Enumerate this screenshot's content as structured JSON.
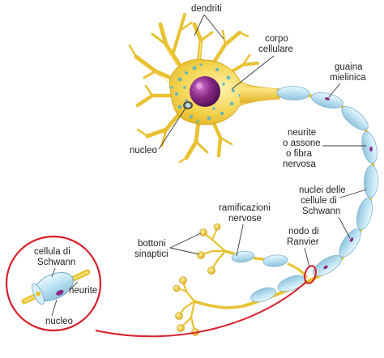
{
  "labels": {
    "dendriti": "dendriti",
    "corpo_1": "corpo",
    "corpo_2": "cellulare",
    "guaina_1": "guaina",
    "guaina_2": "mielinica",
    "neurite_1": "neurite",
    "neurite_2": "o assone",
    "neurite_3": "o fibra",
    "neurite_4": "nervosa",
    "nucleo": "nucleo",
    "nuclei_1": "nuclei delle",
    "nuclei_2": "cellule di",
    "nuclei_3": "Schwann",
    "ramif_1": "ramificazioni",
    "ramif_2": "nervose",
    "bottoni_1": "bottoni",
    "bottoni_2": "sinaptici",
    "nodo_1": "nodo di",
    "nodo_2": "Ranvier",
    "inset_cellula_1": "cellula di",
    "inset_cellula_2": "Schwann",
    "inset_neurite": "neurite",
    "inset_nucleo": "nucleo"
  },
  "colors": {
    "neuron_yellow": "#f2cf45",
    "myelin_blue": "#bfe3f3",
    "nucleus_purple": "#8a2a86",
    "node_highlight_red": "#d6202a"
  }
}
